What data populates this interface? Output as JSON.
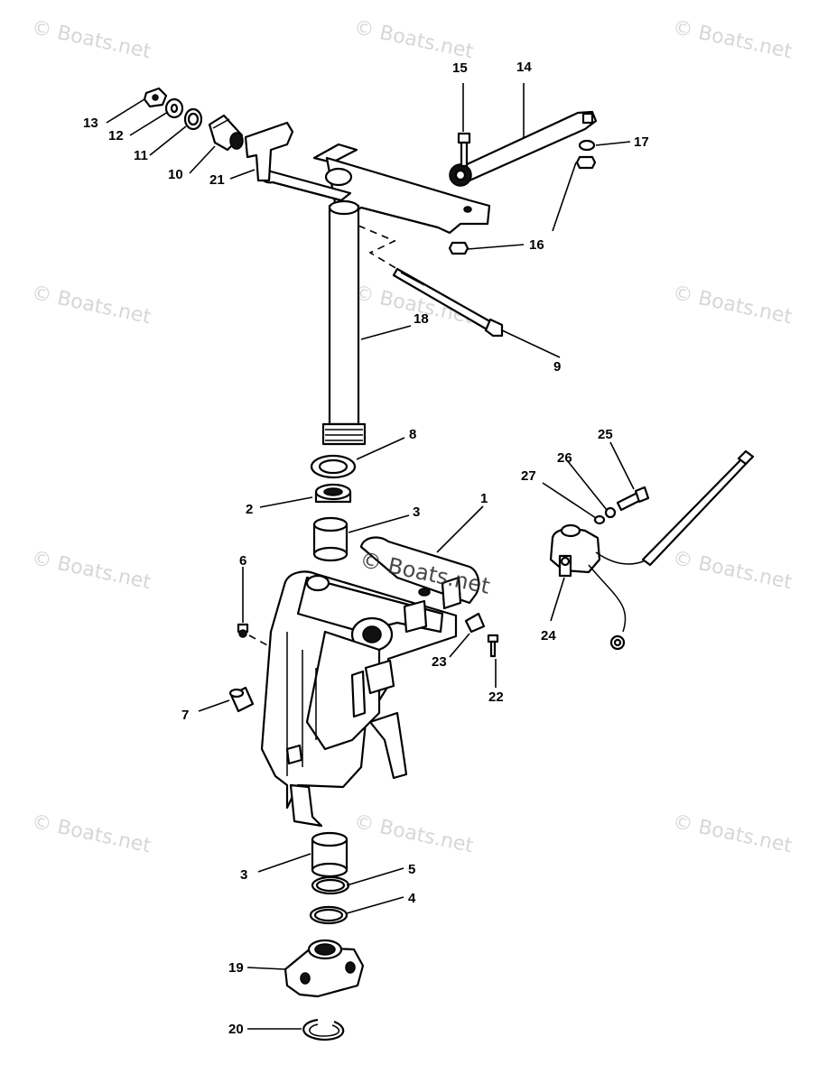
{
  "watermark": {
    "text": "© Boats.net",
    "center_text": "© Boats.net"
  },
  "callouts": [
    {
      "id": "1",
      "label": "1"
    },
    {
      "id": "2",
      "label": "2"
    },
    {
      "id": "3a",
      "label": "3"
    },
    {
      "id": "3b",
      "label": "3"
    },
    {
      "id": "4",
      "label": "4"
    },
    {
      "id": "5",
      "label": "5"
    },
    {
      "id": "6",
      "label": "6"
    },
    {
      "id": "7",
      "label": "7"
    },
    {
      "id": "8",
      "label": "8"
    },
    {
      "id": "9",
      "label": "9"
    },
    {
      "id": "10",
      "label": "10"
    },
    {
      "id": "11",
      "label": "11"
    },
    {
      "id": "12",
      "label": "12"
    },
    {
      "id": "13",
      "label": "13"
    },
    {
      "id": "14",
      "label": "14"
    },
    {
      "id": "15",
      "label": "15"
    },
    {
      "id": "16",
      "label": "16"
    },
    {
      "id": "17",
      "label": "17"
    },
    {
      "id": "18",
      "label": "18"
    },
    {
      "id": "19",
      "label": "19"
    },
    {
      "id": "20",
      "label": "20"
    },
    {
      "id": "21",
      "label": "21"
    },
    {
      "id": "22",
      "label": "22"
    },
    {
      "id": "23",
      "label": "23"
    },
    {
      "id": "24",
      "label": "24"
    },
    {
      "id": "25",
      "label": "25"
    },
    {
      "id": "26",
      "label": "26"
    },
    {
      "id": "27",
      "label": "27"
    }
  ]
}
